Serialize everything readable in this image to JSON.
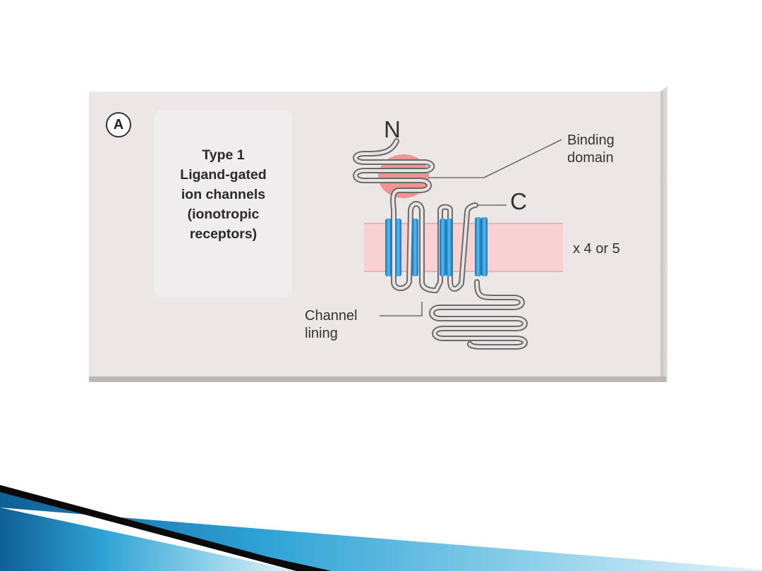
{
  "figure": {
    "panel_letter": "A",
    "type_box": {
      "lines": [
        "Type 1",
        "Ligand-gated",
        "ion channels",
        "(ionotropic",
        "receptors)"
      ]
    },
    "labels": {
      "n_terminus": "N",
      "c_terminus": "C",
      "binding_domain": [
        "Binding",
        "domain"
      ],
      "multiplicity": "x 4 or 5",
      "channel_lining": [
        "Channel",
        "lining"
      ]
    }
  },
  "colors": {
    "panel_background": "#ede6e6",
    "membrane": "#f8d2d2",
    "binding_domain": "#ef8a8a",
    "helix_blue": "#2f9fd8",
    "strand": "#6b6b6b"
  }
}
